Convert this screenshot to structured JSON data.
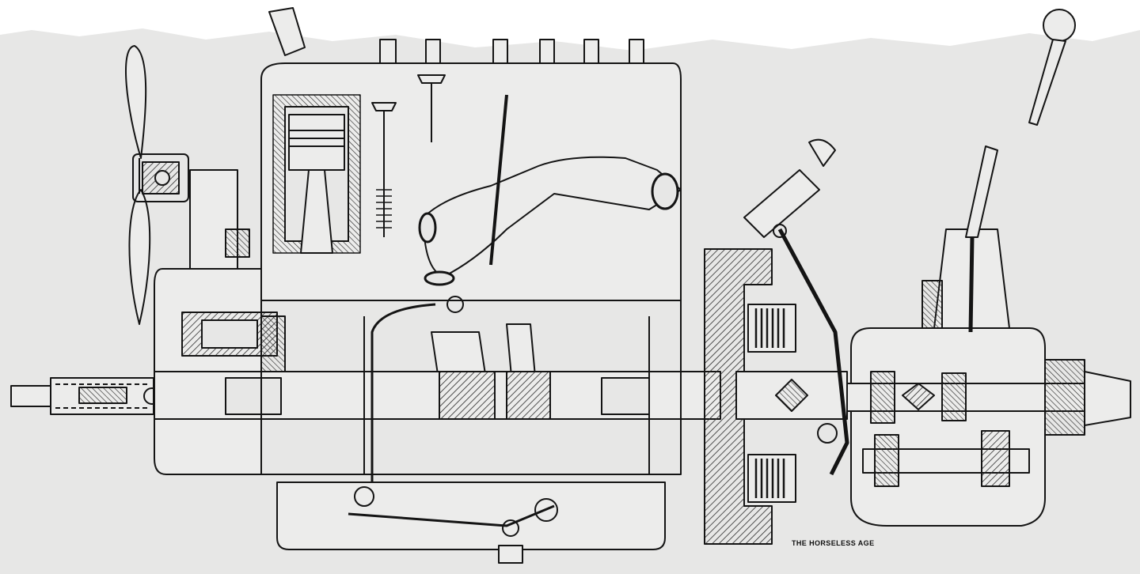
{
  "caption": "THE HORSELESS AGE",
  "colors": {
    "paper": "#e7e7e6",
    "ink": "#141414",
    "hatch": "#2a2a2a"
  },
  "parts": [
    "fan",
    "fan-pulley",
    "starting-crank",
    "timing-gear-case",
    "camshaft",
    "crankshaft",
    "piston",
    "connecting-rod",
    "valve",
    "valve-spring",
    "spark-plug",
    "cylinder-block",
    "water-jacket",
    "intake-manifold",
    "exhaust-pipe",
    "oil-pipe",
    "crankcase",
    "oil-pan",
    "carburetor-linkage",
    "flywheel",
    "multiple-disc-clutch",
    "clutch-pedal",
    "gearbox",
    "mainshaft",
    "countershaft",
    "gear-shift-lever",
    "shift-lever-knob",
    "universal-joint",
    "propeller-shaft-housing"
  ]
}
